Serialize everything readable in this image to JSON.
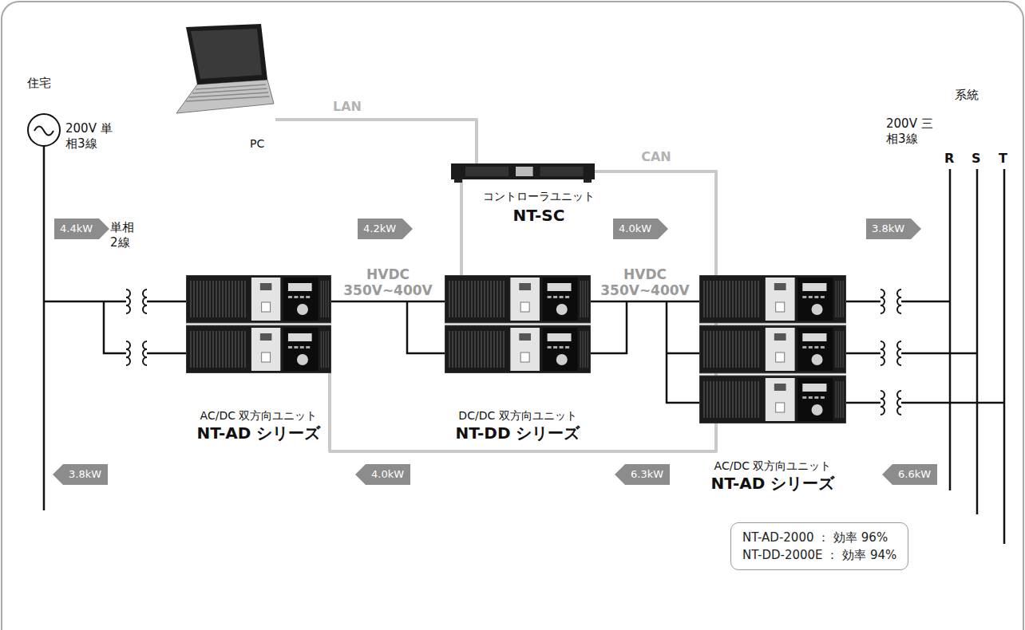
{
  "diagram": {
    "nodes": [
      {
        "text": [
          "PC"
        ]
      },
      {
        "text": [
          "コントローラユニット",
          "NT-SC"
        ]
      },
      {
        "text": [
          "4.4kW"
        ]
      },
      {
        "text": [
          "4.2kW"
        ]
      },
      {
        "text": [
          "4.0kW"
        ]
      },
      {
        "text": [
          "3.8kW"
        ]
      },
      {
        "text": [
          "AC/DC 双方向ユニット",
          "NT-AD シリーズ"
        ]
      },
      {
        "text": [
          "DC/DC 双方向ユニット",
          "NT-DD シリーズ"
        ]
      },
      {
        "text": [
          "AC/DC 双方向ユニット",
          "NT-AD シリーズ"
        ]
      },
      {
        "text": [
          "3.8kW"
        ]
      },
      {
        "text": [
          "4.0kW"
        ]
      },
      {
        "text": [
          "6.3kW"
        ]
      },
      {
        "text": [
          "6.6kW"
        ]
      },
      {
        "text": [
          "NT-AD-2000 ： 効率 96%",
          "NT-DD-2000E ： 効率 94%"
        ]
      }
    ],
    "edges": [
      {
        "from": 0,
        "to": 1,
        "label": "LAN",
        "arrow": "none"
      },
      {
        "from": 1,
        "to": 8,
        "label": "CAN",
        "arrow": "none"
      },
      {
        "from": 1,
        "to": 7,
        "arrow": "none"
      },
      {
        "from": 1,
        "to": 6,
        "arrow": "none"
      },
      {
        "from": 6,
        "to": 7,
        "label": "HVDC 350V~400V",
        "arrow": "none"
      },
      {
        "from": 7,
        "to": 8,
        "label": "HVDC 350V~400V",
        "arrow": "none"
      }
    ],
    "labels": [
      "住宅",
      "200V 単相3線",
      "単相2線",
      "系統",
      "200V 三相3線",
      "R",
      "S",
      "T"
    ]
  }
}
